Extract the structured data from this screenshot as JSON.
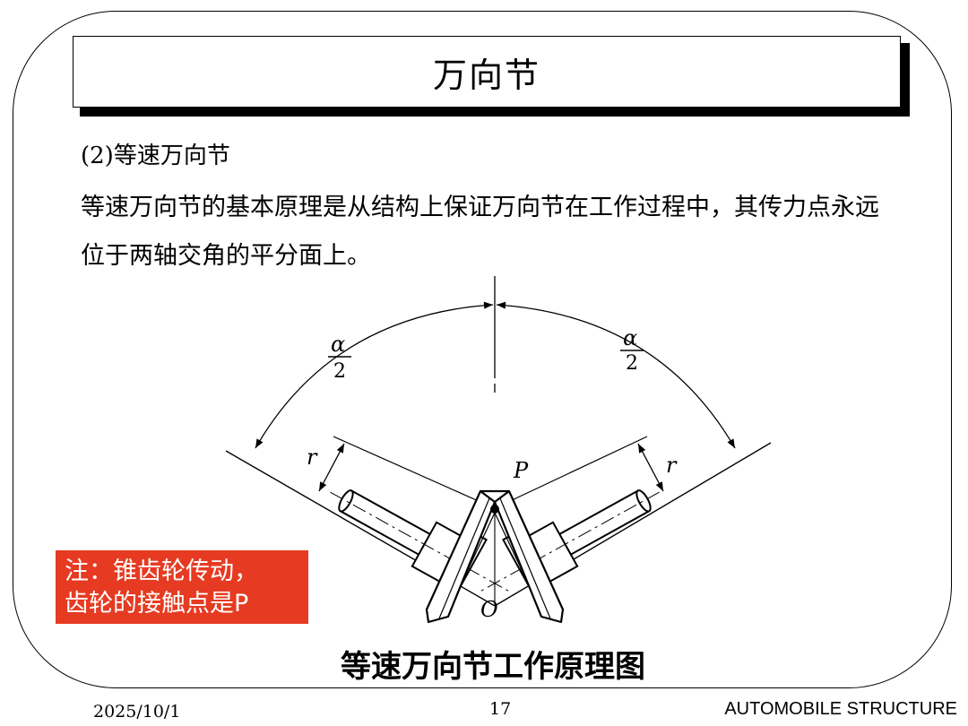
{
  "slide": {
    "title": "万向节",
    "subheading": "(2)等速万向节",
    "paragraph": "等速万向节的基本原理是从结构上保证万向节在工作过程中，其传力点永远位于两轴交角的平分面上。",
    "note_line1": "注：锥齿轮传动，",
    "note_line2": "齿轮的接触点是P",
    "caption": "等速万向节工作原理图"
  },
  "diagram": {
    "alpha": "α",
    "two": "2",
    "r": "r",
    "p": "P",
    "o": "O"
  },
  "footer": {
    "date": "2025/10/1",
    "page": "17",
    "course": "AUTOMOBILE STRUCTURE"
  },
  "colors": {
    "note_background": "#e63b22",
    "note_text": "#ffffff"
  }
}
